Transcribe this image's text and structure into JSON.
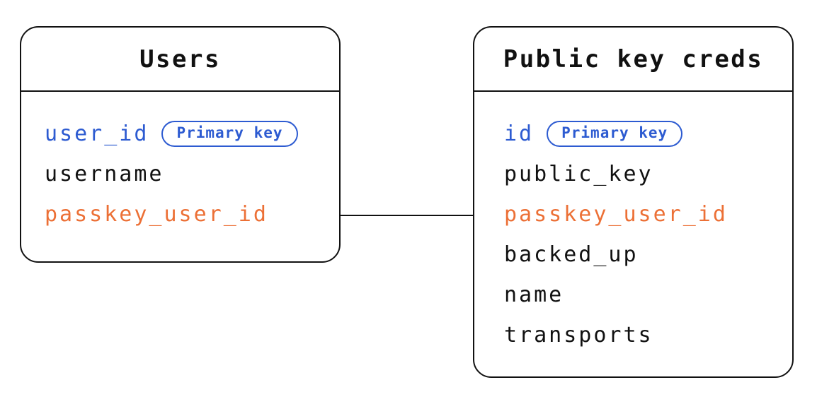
{
  "diagram": {
    "type": "entity-relationship",
    "colors": {
      "primary_key_blue": "#2d5bd1",
      "foreign_key_orange": "#ec7036",
      "line_ink": "#111111",
      "background": "#ffffff"
    },
    "relationship": {
      "from_table": "Users",
      "from_field": "passkey_user_id",
      "to_table": "Public key creds",
      "to_field": "passkey_user_id"
    },
    "tables": [
      {
        "name": "Users",
        "fields": [
          {
            "name": "user_id",
            "role": "primary-key",
            "badge": "Primary key"
          },
          {
            "name": "username",
            "role": "plain"
          },
          {
            "name": "passkey_user_id",
            "role": "foreign-key"
          }
        ]
      },
      {
        "name": "Public key creds",
        "fields": [
          {
            "name": "id",
            "role": "primary-key",
            "badge": "Primary key"
          },
          {
            "name": "public_key",
            "role": "plain"
          },
          {
            "name": "passkey_user_id",
            "role": "foreign-key"
          },
          {
            "name": "backed_up",
            "role": "plain"
          },
          {
            "name": "name",
            "role": "plain"
          },
          {
            "name": "transports",
            "role": "plain"
          }
        ]
      }
    ]
  }
}
